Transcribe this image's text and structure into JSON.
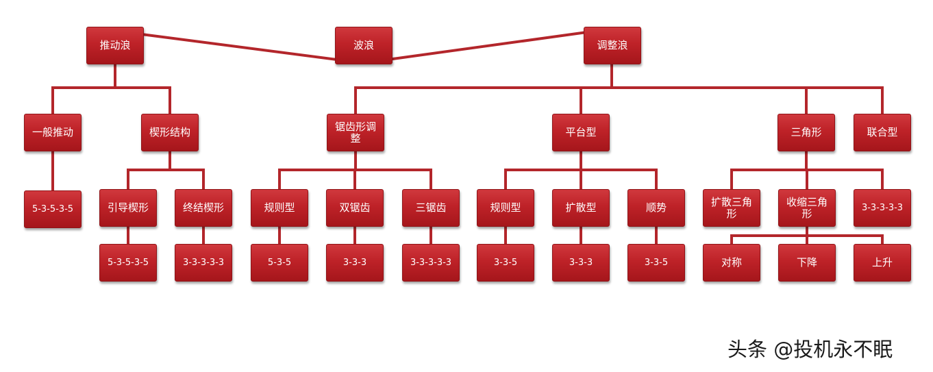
{
  "nodes": {
    "wave": "波浪",
    "impulse": "推动浪",
    "corrective": "调整浪",
    "general_impulse": "一般推动",
    "wedge": "楔形结构",
    "zigzag": "锯齿形调整",
    "flat": "平台型",
    "triangle": "三角形",
    "combination": "联合型",
    "general_impulse_seq": "5-3-5-3-5",
    "leading_wedge": "引导楔形",
    "ending_wedge": "终结楔形",
    "leading_wedge_seq": "5-3-5-3-5",
    "ending_wedge_seq": "3-3-3-3-3",
    "regular_zigzag": "规则型",
    "double_zigzag": "双锯齿",
    "triple_zigzag": "三锯齿",
    "regular_zigzag_seq": "5-3-5",
    "double_zigzag_seq": "3-3-3",
    "triple_zigzag_seq": "3-3-3-3-3",
    "regular_flat": "规则型",
    "expanded_flat": "扩散型",
    "running_flat": "顺势",
    "regular_flat_seq": "3-3-5",
    "expanded_flat_seq": "3-3-3",
    "running_flat_seq": "3-3-5",
    "expanding_triangle": "扩散三角形",
    "contracting_triangle": "收缩三角形",
    "triangle_seq": "3-3-3-3-3",
    "symmetric": "对称",
    "descending": "下降",
    "ascending": "上升"
  },
  "watermark": "头条 @投机永不眠",
  "colors": {
    "node": "#be2228",
    "line": "#b3262b",
    "text": "#ffffff"
  }
}
